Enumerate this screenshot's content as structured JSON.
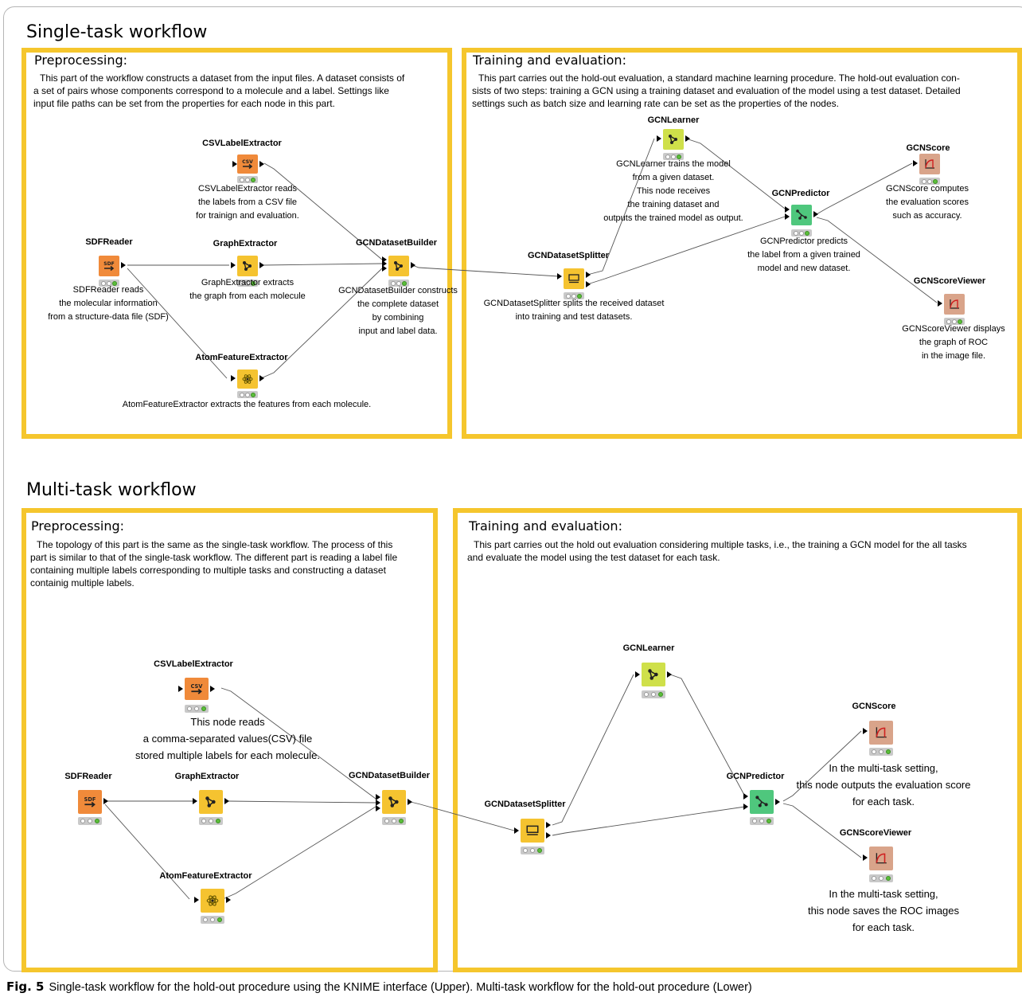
{
  "upper": {
    "title": "Single-task workflow",
    "preprocessing": {
      "title": "Preprocessing:",
      "lines": [
        "This part of the workflow constructs a dataset from the input files. A dataset consists of",
        "a set of pairs whose components correspond to a molecule and a label. Settings like",
        "input file paths can be set from the properties for each node in this part."
      ]
    },
    "training": {
      "title": "Training and evaluation:",
      "lines": [
        "This part carries out the hold-out evaluation, a standard machine learning procedure. The hold-out evaluation con-",
        "sists of two steps: training a GCN using a training dataset and evaluation of the model using a test dataset. Detailed",
        "settings such as batch size and learning rate can be set as the properties of the nodes."
      ]
    },
    "nodes": {
      "csv": {
        "label": "CSVLabelExtractor",
        "icon": "csv-icon",
        "text": [
          "CSVLabelExtractor reads",
          "the labels from a CSV file",
          "for trainign and evaluation."
        ]
      },
      "sdf": {
        "label": "SDFReader",
        "icon": "sdf-icon",
        "text": [
          "SDFReader reads",
          "the molecular information",
          "from a structure-data file (SDF)"
        ]
      },
      "graph": {
        "label": "GraphExtractor",
        "icon": "graph-icon",
        "text": [
          "GraphExtractor extracts",
          "the graph from each molecule"
        ]
      },
      "atom": {
        "label": "AtomFeatureExtractor",
        "icon": "atom-icon",
        "text": [
          "AtomFeatureExtractor extracts the features from each molecule."
        ]
      },
      "builder": {
        "label": "GCNDatasetBuilder",
        "icon": "graph-icon",
        "text": [
          "GCNDatasetBuilder constructs",
          "the complete dataset",
          "by combining",
          "input and label data."
        ]
      },
      "splitter": {
        "label": "GCNDatasetSplitter",
        "icon": "splitter-icon",
        "text": [
          "GCNDatasetSplitter splits the received dataset",
          "into training and test datasets."
        ]
      },
      "learner": {
        "label": "GCNLearner",
        "icon": "learner-icon",
        "text": [
          "GCNLearner trains the model",
          "from a given dataset.",
          "This node receives",
          "the training dataset and",
          "outputs the trained model as output."
        ]
      },
      "predictor": {
        "label": "GCNPredictor",
        "icon": "predictor-icon",
        "text": [
          "GCNPredictor predicts",
          "the label from a given trained",
          "model and new dataset."
        ]
      },
      "score": {
        "label": "GCNScore",
        "icon": "score-icon",
        "text": [
          "GCNScore computes",
          "the evaluation scores",
          "such as accuracy."
        ]
      },
      "viewer": {
        "label": "GCNScoreViewer",
        "icon": "score-icon",
        "text": [
          "GCNScoreViewer displays",
          "the graph of ROC",
          "in the image file."
        ]
      }
    }
  },
  "lower": {
    "title": "Multi-task workflow",
    "preprocessing": {
      "title": "Preprocessing:",
      "lines": [
        "The topology of this part is the same as the single-task workflow. The process of this",
        "part is similar to that of the single-task workflow. The different part is reading a label file",
        "containing multiple labels corresponding to multiple tasks and constructing a dataset",
        "containig multiple labels."
      ]
    },
    "training": {
      "title": "Training and evaluation:",
      "lines": [
        "This part carries out the hold out evaluation considering multiple tasks, i.e.,  the training a GCN model for the all tasks",
        "and evaluate the model using the test dataset for each task."
      ]
    },
    "nodes": {
      "csv": {
        "label": "CSVLabelExtractor",
        "icon": "csv-icon",
        "text": [
          "This node reads",
          "a comma-separated values(CSV) file",
          "stored multiple labels for each molecule."
        ]
      },
      "sdf": {
        "label": "SDFReader",
        "icon": "sdf-icon"
      },
      "graph": {
        "label": "GraphExtractor",
        "icon": "graph-icon"
      },
      "atom": {
        "label": "AtomFeatureExtractor",
        "icon": "atom-icon"
      },
      "builder": {
        "label": "GCNDatasetBuilder",
        "icon": "graph-icon"
      },
      "splitter": {
        "label": "GCNDatasetSplitter",
        "icon": "splitter-icon"
      },
      "learner": {
        "label": "GCNLearner",
        "icon": "learner-icon"
      },
      "predictor": {
        "label": "GCNPredictor",
        "icon": "predictor-icon"
      },
      "score": {
        "label": "GCNScore",
        "icon": "score-icon",
        "text": [
          "In the multi-task setting,",
          "this node outputs the evaluation score",
          "for each task."
        ]
      },
      "viewer": {
        "label": "GCNScoreViewer",
        "icon": "score-icon",
        "text": [
          "In the multi-task setting,",
          "this node saves the ROC images",
          "for each task."
        ]
      }
    }
  },
  "caption": {
    "label": "Fig. 5",
    "text": "Single-task workflow for the hold-out procedure using the KNIME interface (Upper). Multi-task workflow for the hold-out procedure (Lower)"
  },
  "colors": {
    "panel_border": "#f5c62d",
    "csv_node": "#f08a3a",
    "sdf_node": "#f08a3a",
    "manipulator_node": "#f5c330",
    "learner_node": "#cfe04a",
    "predictor_node": "#4fc77d",
    "score_node": "#d9a48a"
  }
}
